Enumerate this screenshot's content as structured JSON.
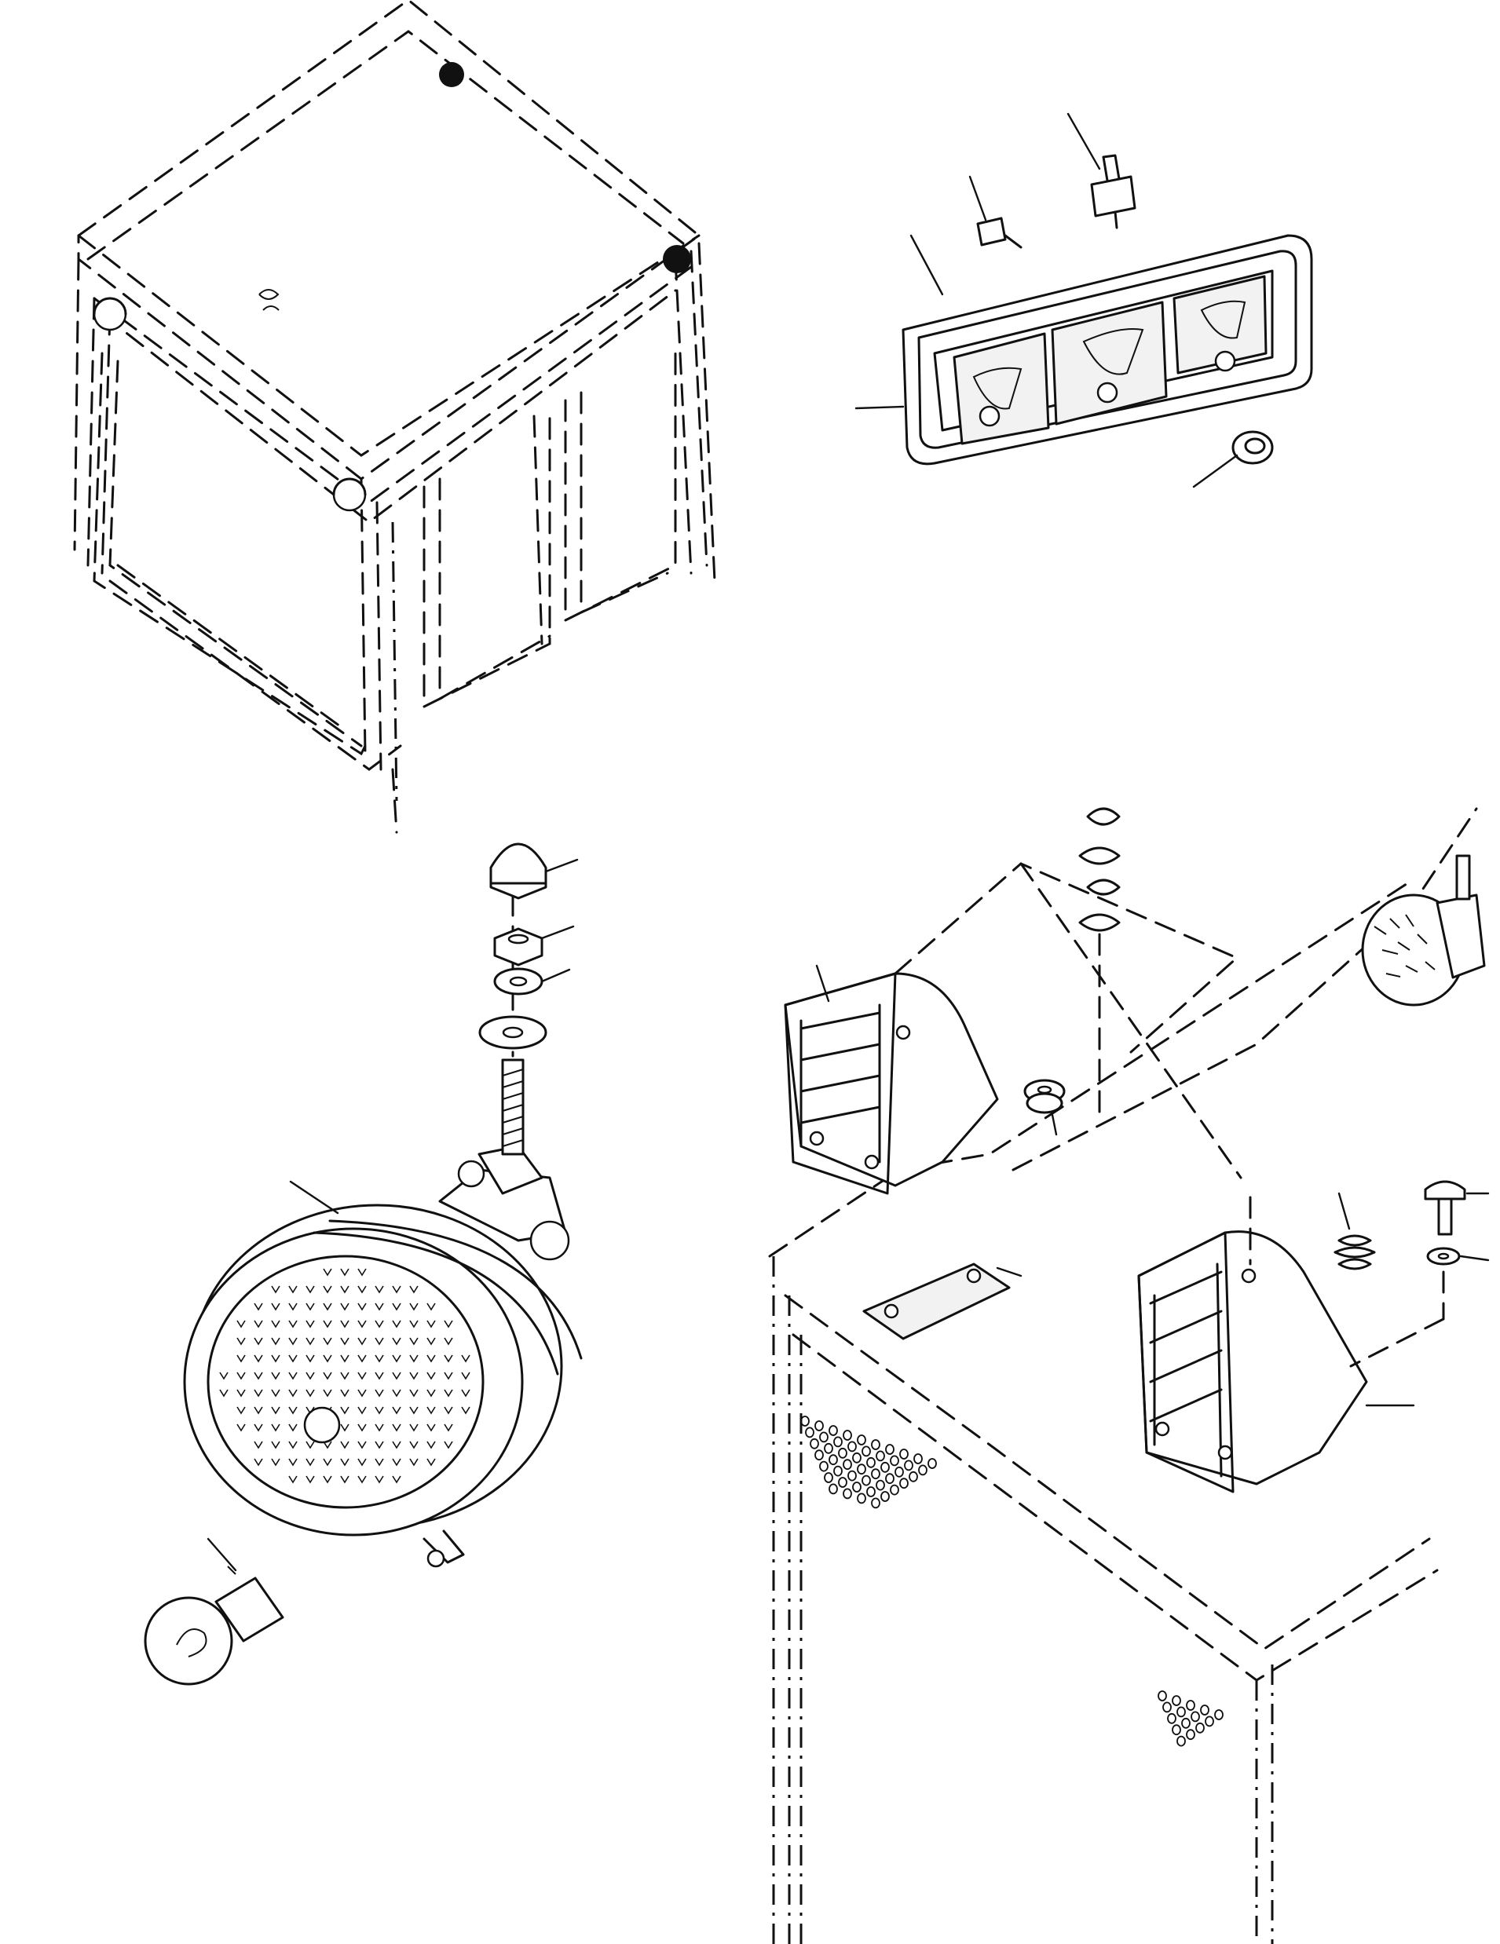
{
  "figure": {
    "kind": "exploded parts diagram, cab lighting",
    "callout_labels": []
  },
  "parts": [
    {
      "name": "cab-roof-with-beacon-lamps"
    },
    {
      "name": "roof-lamp-housing"
    },
    {
      "name": "festoon-bulb"
    },
    {
      "name": "bulb-holder"
    },
    {
      "name": "rubber-grommet"
    },
    {
      "name": "work-lamp"
    },
    {
      "name": "acorn-nut"
    },
    {
      "name": "hex-nut"
    },
    {
      "name": "lock-washer"
    },
    {
      "name": "flat-washer"
    },
    {
      "name": "mounting-stud"
    },
    {
      "name": "bayonet-bulb"
    },
    {
      "name": "tail-lamp-left"
    },
    {
      "name": "tail-lamp-right"
    },
    {
      "name": "mounting-plate"
    },
    {
      "name": "grommet"
    },
    {
      "name": "bolt"
    },
    {
      "name": "washer"
    },
    {
      "name": "spring"
    },
    {
      "name": "horn"
    },
    {
      "name": "fender-panel"
    }
  ],
  "colors": {
    "ink": "#111111",
    "paper": "#ffffff"
  }
}
